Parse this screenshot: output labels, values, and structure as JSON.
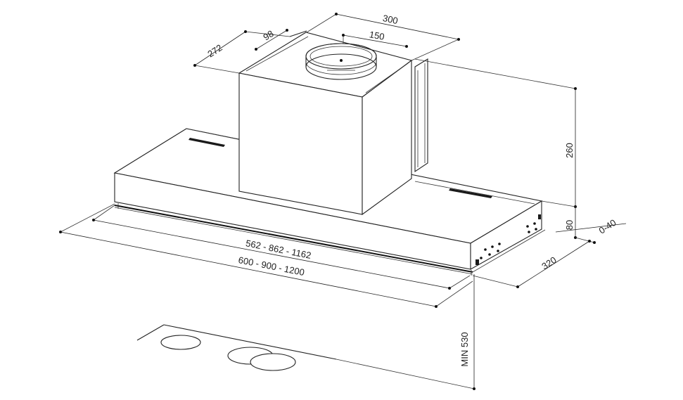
{
  "dimensions": {
    "depth_top": "272",
    "offset_top": "98",
    "width_top": "300",
    "duct_diameter": "150",
    "chimney_height": "260",
    "body_height": "80",
    "wall_gap": "0-40",
    "body_depth": "320",
    "inner_width": "562 - 862 - 1162",
    "outer_width": "600 - 900 - 1200",
    "min_height": "MIN 530"
  }
}
